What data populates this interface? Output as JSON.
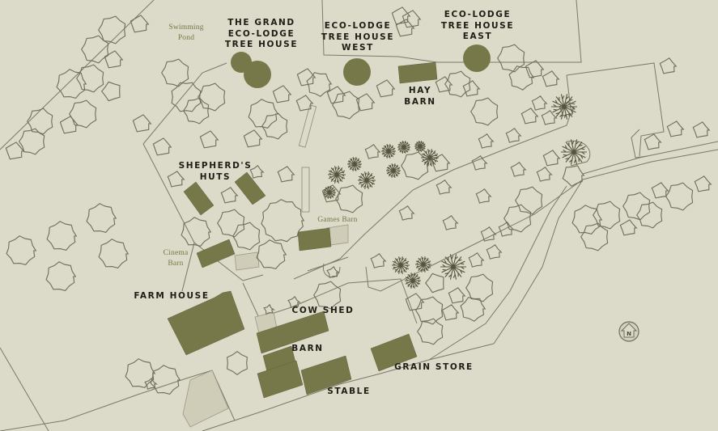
{
  "labels": {
    "swimming_pond": [
      "Swimming",
      "Pond"
    ],
    "grand_tree_house": [
      "THE GRAND",
      "ECO-LODGE",
      "TREE HOUSE"
    ],
    "tree_house_west": [
      "ECO-LODGE",
      "TREE HOUSE",
      "WEST"
    ],
    "tree_house_east": [
      "ECO-LODGE",
      "TREE HOUSE",
      "EAST"
    ],
    "hay_barn": [
      "HAY",
      "BARN"
    ],
    "shepherds_huts": [
      "SHEPHERD'S",
      "HUTS"
    ],
    "games_barn": "Games Barn",
    "cinema_barn": [
      "Cinema",
      "Barn"
    ],
    "farm_house": "FARM HOUSE",
    "cow_shed": "COW SHED",
    "barn": "BARN",
    "grain_store": "GRAIN STORE",
    "stable": "STABLE"
  },
  "north_arrow": {
    "letter": "N",
    "icon": "north-arrow-icon"
  },
  "colors": {
    "background": "#dcdac8",
    "building": "#77784a",
    "line": "#7a7a68",
    "tree_outline": "#6e6e5a",
    "pale_building": "#cfcdb8",
    "label_dark": "#1e1e16",
    "label_soft": "#77794a"
  }
}
